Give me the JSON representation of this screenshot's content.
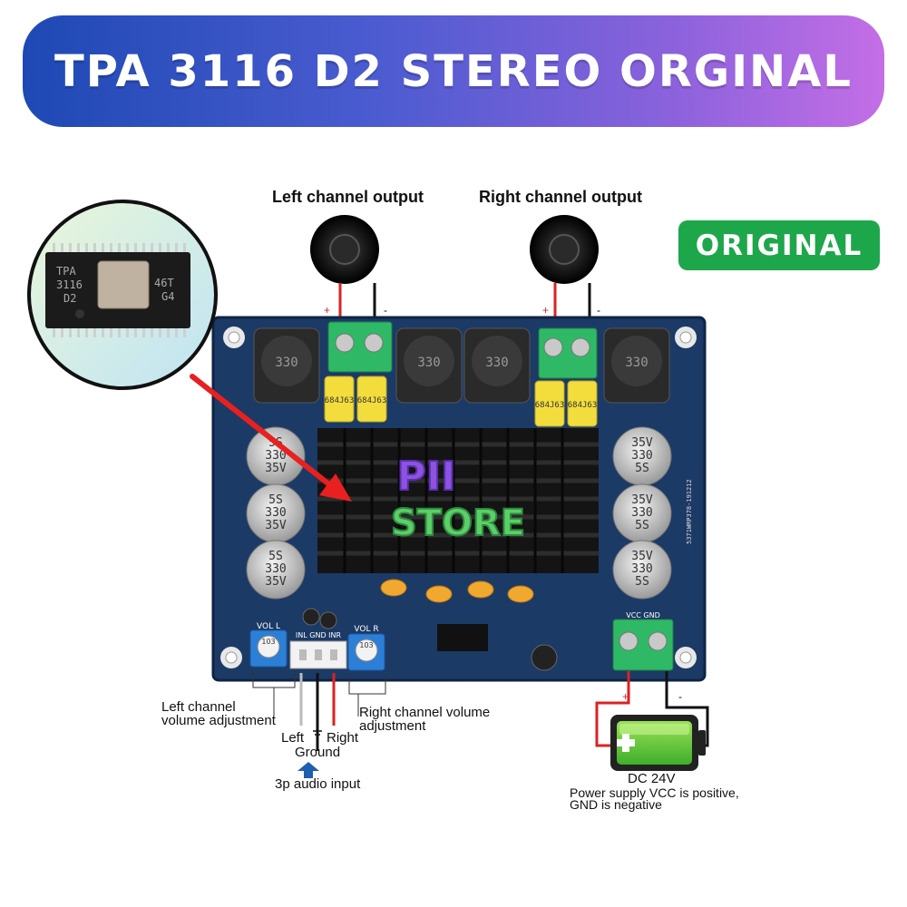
{
  "banner": {
    "title": "TPA 3116 D2 STEREO ORGINAL"
  },
  "badge": {
    "text": "ORIGINAL"
  },
  "chip": {
    "line1": "TPA",
    "line2": "3116",
    "line3": "D2",
    "mark1": "46T",
    "mark2": "G4"
  },
  "outputs": {
    "left": "Left channel output",
    "right": "Right channel output",
    "plus": "+",
    "minus": "-"
  },
  "board": {
    "inductor": "330",
    "cap_label": "684J63",
    "cap_v": "35V",
    "cap_val": "330",
    "cap_s": "5S",
    "vol_l": "VOL L",
    "vol_r": "VOL R",
    "pot": "103",
    "input_pins": "INL GND INR",
    "vcc_gnd": "VCC GND",
    "serial": "5371WRP378-191212"
  },
  "watermark": {
    "line1": "PII",
    "line2": "STORE"
  },
  "annotations": {
    "left_vol_1": "Left channel",
    "left_vol_2": "volume adjustment",
    "right_vol_1": "Right channel volume",
    "right_vol_2": "adjustment",
    "lr_left": "Left",
    "lr_right": "Right",
    "ground": "Ground",
    "audio_input": "3p audio input",
    "dc": "DC 24V",
    "power_1": "Power supply VCC is positive,",
    "power_2": "GND is negative"
  },
  "colors": {
    "board": "#1c3a66",
    "heatsink": "#141414",
    "terminal": "#2fb866",
    "cap_yellow": "#f2dd3d"
  }
}
